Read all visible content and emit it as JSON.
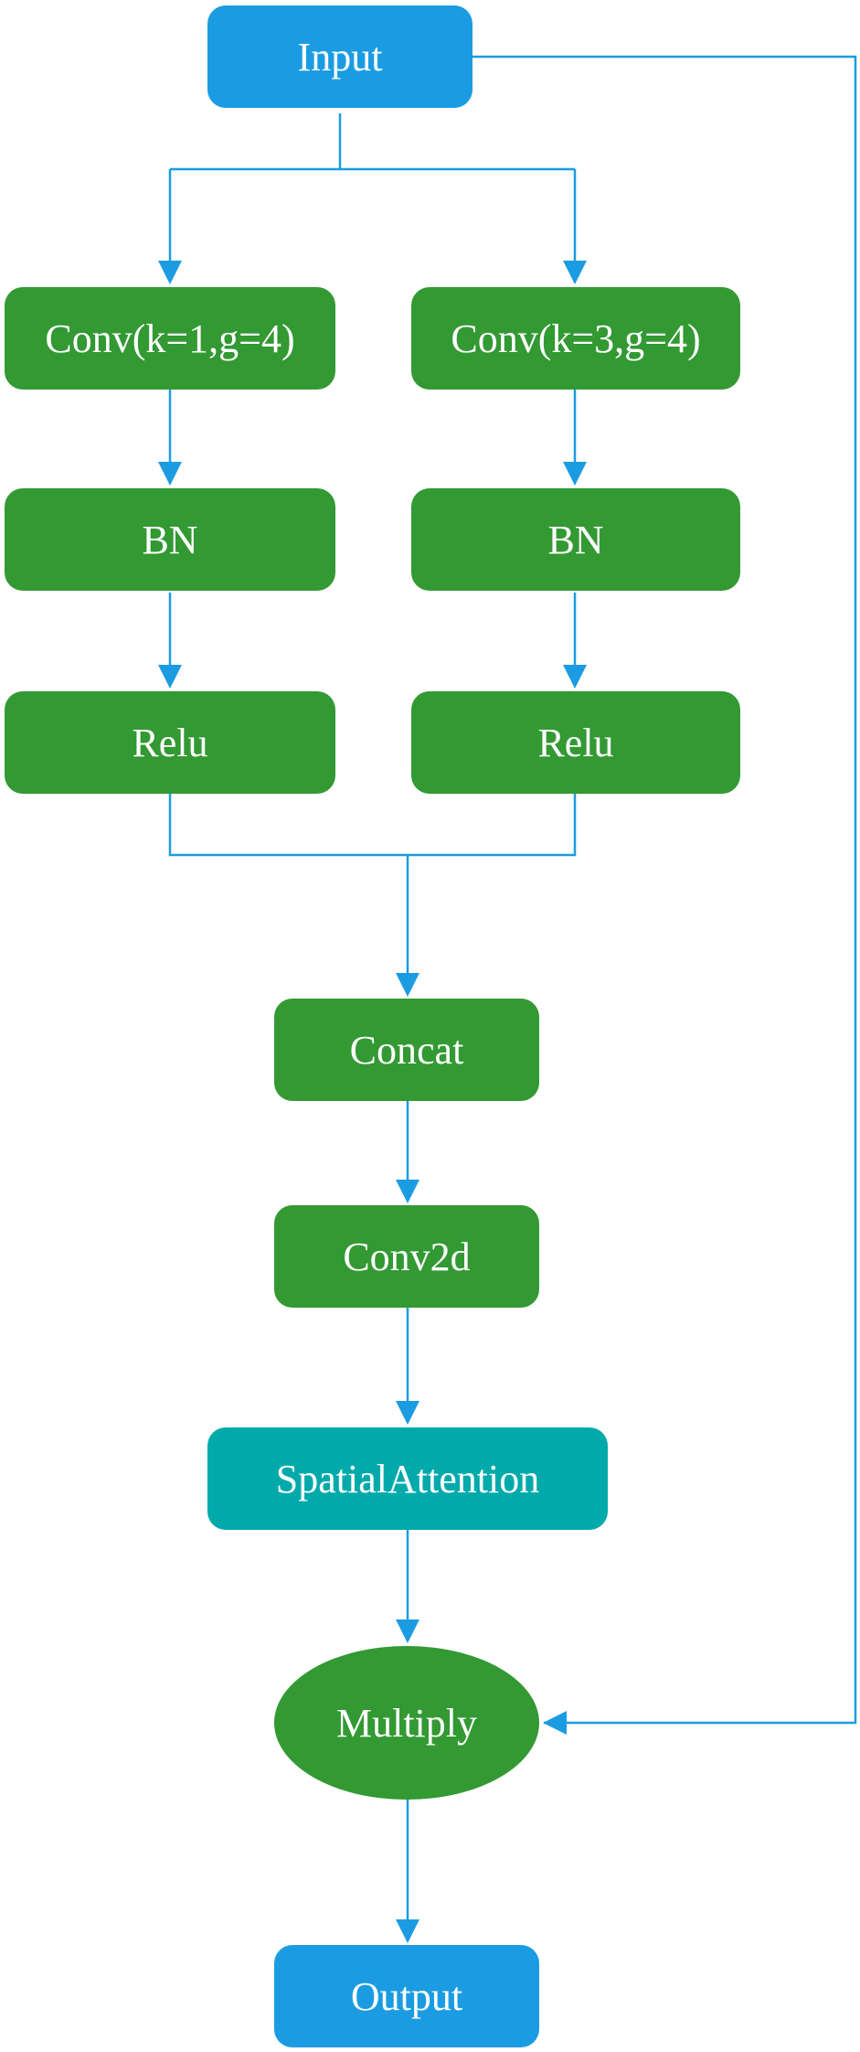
{
  "nodes": {
    "input": "Input",
    "left_conv": "Conv(k=1,g=4)",
    "right_conv": "Conv(k=3,g=4)",
    "left_bn": "BN",
    "right_bn": "BN",
    "left_relu": "Relu",
    "right_relu": "Relu",
    "concat": "Concat",
    "conv2d": "Conv2d",
    "spatial_attention": "SpatialAttention",
    "multiply": "Multiply",
    "output": "Output"
  },
  "colors": {
    "io_node": "#1b9ce2",
    "op_node": "#339933",
    "attention_node": "#00aaaa",
    "arrow": "#1b9ce2"
  }
}
